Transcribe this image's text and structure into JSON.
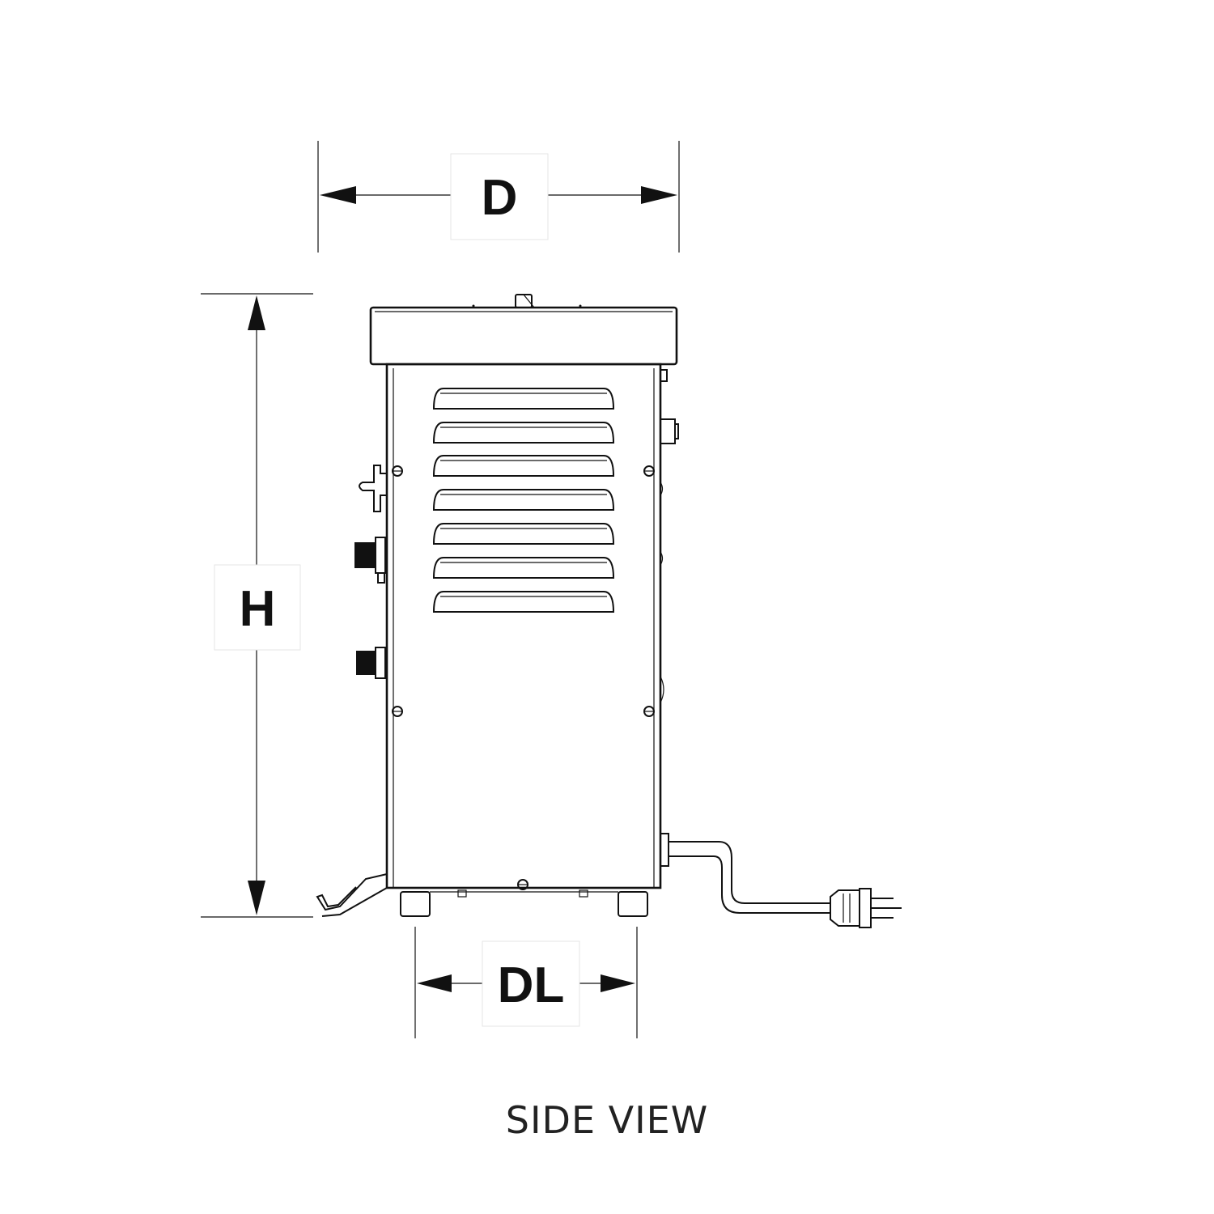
{
  "dimensions": {
    "depth": "D",
    "height": "H",
    "leg_spacing": "DL"
  },
  "view_caption": "SIDE VIEW",
  "icons": {
    "heater": "heater-side-icon",
    "power_plug": "power-plug-icon"
  }
}
